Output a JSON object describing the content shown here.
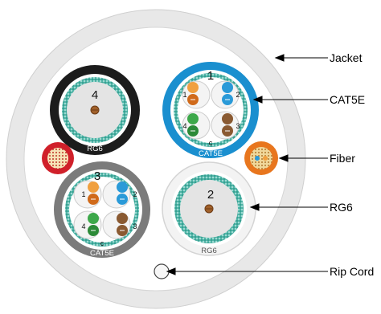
{
  "labels": {
    "jacket": "Jacket",
    "cat5e": "CAT5E",
    "fiber": "Fiber",
    "rg6": "RG6",
    "rip_cord": "Rip Cord"
  },
  "cables": {
    "rg6_top": {
      "number": "4",
      "caption": "RG6"
    },
    "cat5e_top": {
      "number": "1",
      "caption": "CAT5E",
      "pairs": [
        "1",
        "2",
        "4",
        "3"
      ]
    },
    "cat5e_bottom": {
      "number": "3",
      "caption": "CAT5E",
      "pairs": [
        "1",
        "2",
        "4",
        "3"
      ]
    },
    "rg6_bottom": {
      "number": "2",
      "caption": "RG6"
    },
    "small_mark": "c"
  },
  "colors": {
    "jacket": "#e4e4e4",
    "cat5e_blue": "#1a8fcf",
    "cat5e_gray": "#7b7b7b",
    "rg6_black": "#1c1c1c",
    "rg6_white": "#f3f3f3",
    "fiber_orange": "#e8761e",
    "red_cable": "#d0202a",
    "shield_teal": "#4fb6a8",
    "pair_orange": "#f0a040",
    "pair_blue": "#2a9ad8",
    "pair_green": "#3da84a",
    "pair_brown": "#8a5a32"
  }
}
